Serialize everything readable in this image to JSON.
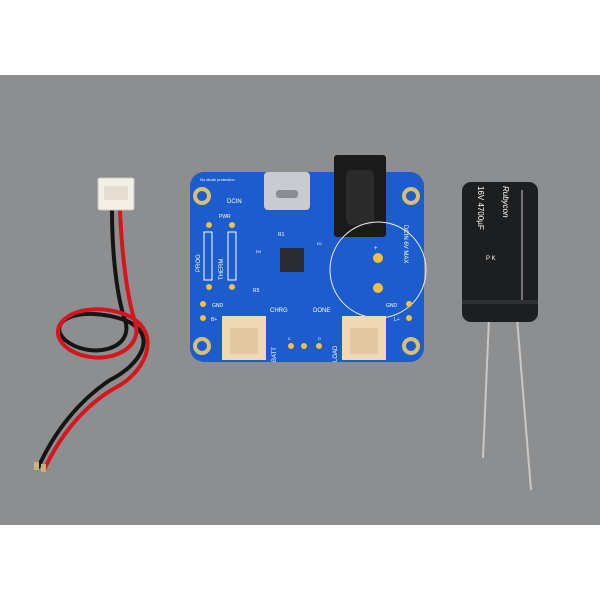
{
  "colors": {
    "background": "#8d8e90",
    "border": "#ffffff",
    "pcb": "#1c5ccc",
    "connector": "#f0d8b4",
    "capacitor": "#1d1e20",
    "wire_red": "#d8141c",
    "wire_black": "#151515"
  },
  "board": {
    "labels": {
      "protection": "No diode protection",
      "dcin": "DCIN",
      "pwr": "PWR",
      "prog": "PROG",
      "therm": "THERM",
      "r1": "R1",
      "r4": "R4",
      "r5": "R5",
      "d1": "D1",
      "dcin_max": "DCIN 6V MAX",
      "gnd_left": "GND",
      "bplus": "B+",
      "gnd_right": "GND",
      "lplus": "L+",
      "chrg": "CHRG",
      "done": "DONE",
      "c": "C",
      "d": "D",
      "batt": "BATT",
      "load": "LOAD",
      "plus": "+"
    }
  },
  "capacitor": {
    "brand": "Rubycon",
    "rating": "16V 4700µF",
    "code": "P K"
  }
}
